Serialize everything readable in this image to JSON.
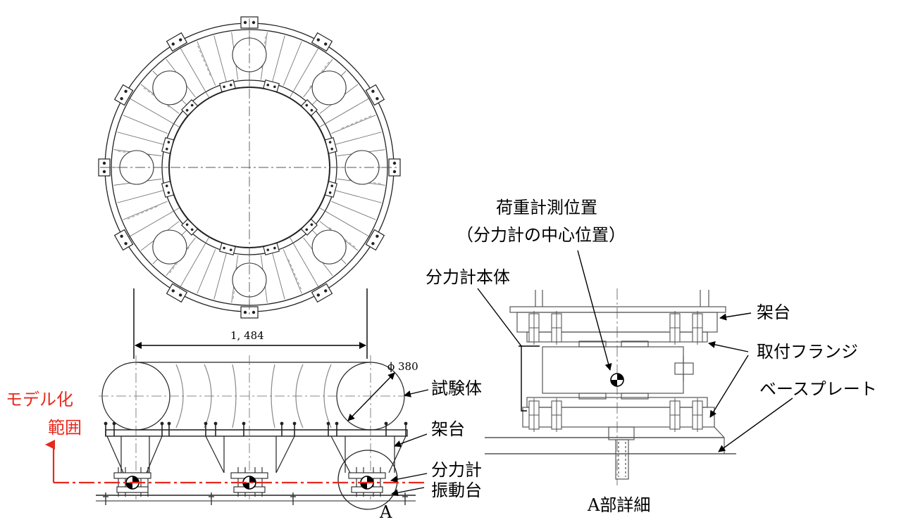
{
  "labels": {
    "dimension_width": "1, 484",
    "dimension_diameter": "ϕ 380",
    "specimen": "試験体",
    "frame": "架台",
    "force_gauge": "分力計",
    "shaking_table": "振動台",
    "section_a": "A",
    "model_range_line1": "モデル化",
    "model_range_line2": "範囲",
    "load_measure_position": "荷重計測位置",
    "gauge_center_position": "（分力計の中心位置）",
    "gauge_body": "分力計本体",
    "detail_frame": "架台",
    "mounting_flange": "取付フランジ",
    "base_plate": "ベースプレート",
    "detail_a": "A部詳細"
  },
  "colors": {
    "line": "#111111",
    "detail_line": "#555555",
    "model_range": "#e8281c"
  }
}
